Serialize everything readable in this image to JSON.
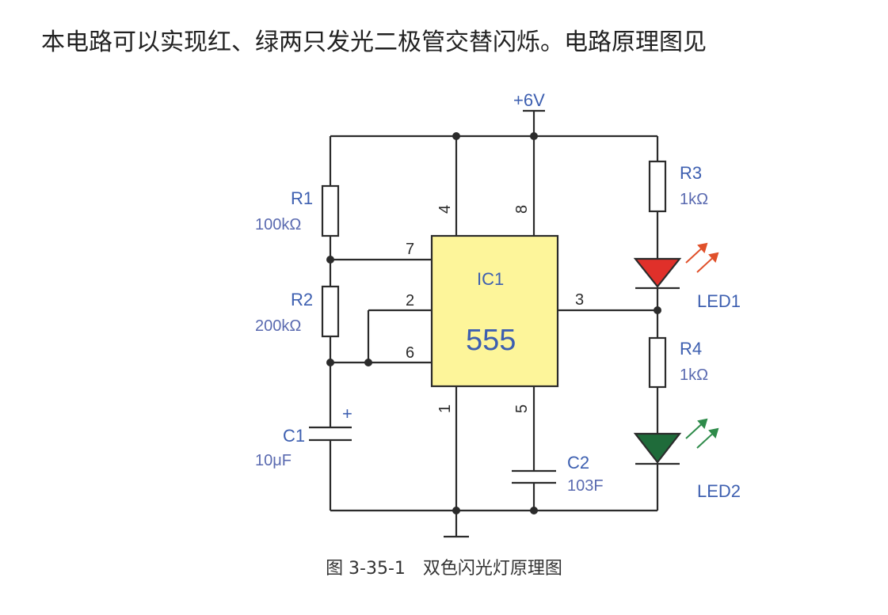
{
  "intro_text": "本电路可以实现红、绿两只发光二极管交替闪烁。电路原理图见",
  "caption": "图 3-35-1　双色闪光灯原理图",
  "supply_label": "+6V",
  "ic": {
    "name": "IC1",
    "part": "555",
    "pins": [
      "4",
      "8",
      "7",
      "2",
      "6",
      "3",
      "1",
      "5"
    ]
  },
  "components": {
    "r1": {
      "name": "R1",
      "value": "100kΩ"
    },
    "r2": {
      "name": "R2",
      "value": "200kΩ"
    },
    "r3": {
      "name": "R3",
      "value": "1kΩ"
    },
    "r4": {
      "name": "R4",
      "value": "1kΩ"
    },
    "c1": {
      "name": "C1",
      "value": "10μF",
      "polarity": "+"
    },
    "c2": {
      "name": "C2",
      "value": "103F"
    },
    "led1": {
      "name": "LED1",
      "color": "#e0302a"
    },
    "led2": {
      "name": "LED2",
      "color": "#1f6b3a"
    }
  },
  "colors": {
    "ic_fill": "#fdf59a",
    "label": "#3d5fb0",
    "wire": "#2b2b2b"
  }
}
